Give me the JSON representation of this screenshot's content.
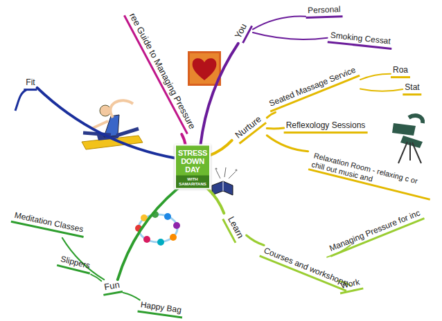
{
  "diagram": {
    "nodes": [
      {
        "text": [
          "STRESS DOWN DAY",
          "WITH SAMARITANS"
        ]
      },
      {
        "text": [
          "ree Guide to Managing Pressure"
        ]
      },
      {
        "text": [
          "You"
        ]
      },
      {
        "text": [
          "Personal"
        ]
      },
      {
        "text": [
          "Smoking Cessat"
        ]
      },
      {
        "text": [
          "Fit"
        ]
      },
      {
        "text": [
          "Nurture"
        ]
      },
      {
        "text": [
          "Seated Massage Service"
        ]
      },
      {
        "text": [
          "Roa"
        ]
      },
      {
        "text": [
          "Stat"
        ]
      },
      {
        "text": [
          "Reflexology Sessions"
        ]
      },
      {
        "text": [
          "Relaxation Room - relaxing c or chill out music and"
        ]
      },
      {
        "text": [
          "Meditation Classes"
        ]
      },
      {
        "text": [
          "Slippers"
        ]
      },
      {
        "text": [
          "Learn"
        ]
      },
      {
        "text": [
          "Courses and workshops"
        ]
      },
      {
        "text": [
          "Managing Pressure for inc"
        ]
      },
      {
        "text": [
          "Work"
        ]
      },
      {
        "text": [
          "Fun"
        ]
      },
      {
        "text": [
          "Happy Bag"
        ]
      }
    ],
    "edges": [
      {
        "from": 0,
        "to": 1,
        "arrow": "none"
      },
      {
        "from": 0,
        "to": 2,
        "arrow": "none"
      },
      {
        "from": 2,
        "to": 3,
        "arrow": "none"
      },
      {
        "from": 2,
        "to": 4,
        "arrow": "none"
      },
      {
        "from": 0,
        "to": 5,
        "arrow": "none"
      },
      {
        "from": 0,
        "to": 6,
        "arrow": "none"
      },
      {
        "from": 6,
        "to": 7,
        "arrow": "none"
      },
      {
        "from": 7,
        "to": 8,
        "arrow": "none"
      },
      {
        "from": 7,
        "to": 9,
        "arrow": "none"
      },
      {
        "from": 6,
        "to": 10,
        "arrow": "none"
      },
      {
        "from": 6,
        "to": 11,
        "arrow": "none"
      },
      {
        "from": 0,
        "to": 14,
        "arrow": "none"
      },
      {
        "from": 14,
        "to": 15,
        "arrow": "none"
      },
      {
        "from": 15,
        "to": 16,
        "arrow": "none"
      },
      {
        "from": 15,
        "to": 17,
        "arrow": "none"
      },
      {
        "from": 0,
        "to": 18,
        "arrow": "none"
      },
      {
        "from": 18,
        "to": 12,
        "arrow": "none"
      },
      {
        "from": 18,
        "to": 13,
        "arrow": "none"
      },
      {
        "from": 18,
        "to": 19,
        "arrow": "none"
      }
    ]
  }
}
